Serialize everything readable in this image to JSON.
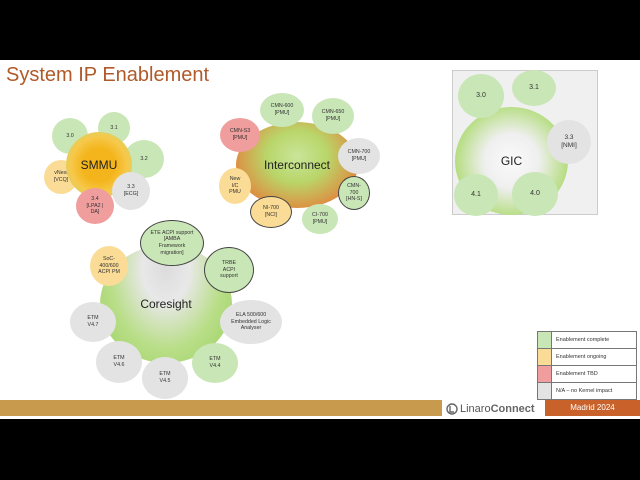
{
  "slide": {
    "title": "System IP Enablement",
    "smmu": {
      "label": "SMMU",
      "items": [
        "3.0",
        "3.1",
        "3.2",
        "3.3\n[ECG]",
        "3.4\n[LPA2 |\nDA]",
        "vNext\n[VCQ]"
      ]
    },
    "interconnect": {
      "label": "Interconnect",
      "items": [
        "CMN-600\n[PMU]",
        "CMN-650\n[PMU]",
        "CMN-700\n[PMU]",
        "CMN-\n700\n[HN-S]",
        "CI-700\n[PMU]",
        "NI-700\n[NCI]",
        "New\nI/C\nPMU",
        "CMN-S3\n[PMU]"
      ]
    },
    "gic": {
      "label": "GIC",
      "items": [
        "3.0",
        "3.1",
        "3.3\n[NMI]",
        "4.0",
        "4.1"
      ]
    },
    "coresight": {
      "label": "Coresight",
      "items": [
        "ETE ACPI support\n[AMBA\nFramework\nmigration]",
        "TRBE\nACPI\nsupport",
        "ELA 500/600\nEmbedded Logic\nAnalyser",
        "ETM\nV4.4",
        "ETM\nV4.5",
        "ETM\nV4.6",
        "ETM\nV4.7",
        "SoC-\n400/600\nACPI PM"
      ]
    },
    "legend": [
      {
        "label": "Enablement complete",
        "color": "#c9e6b6"
      },
      {
        "label": "Enablement ongoing",
        "color": "#fbdc96"
      },
      {
        "label": "Enablement TBD",
        "color": "#ef9d9d"
      },
      {
        "label": "N/A – no Kernel impact",
        "color": "#e3e3e3"
      }
    ],
    "footer": {
      "brand_a": "Linaro",
      "brand_b": "Connect",
      "venue": "Madrid 2024"
    }
  }
}
